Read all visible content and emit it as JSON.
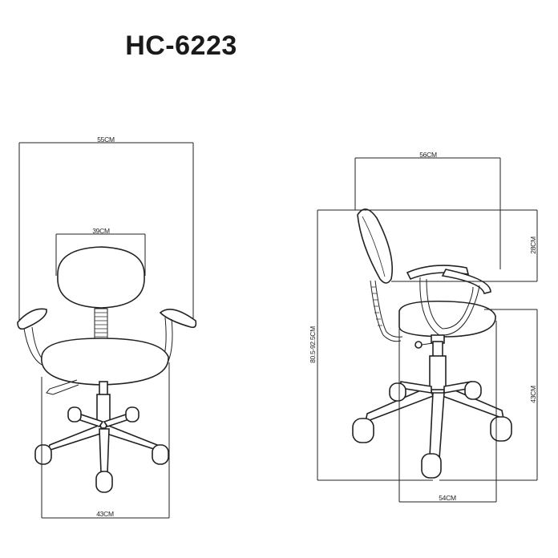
{
  "title": "HC-6223",
  "dimensions": {
    "front_overall_width": "55CM",
    "front_backrest_width": "39CM",
    "front_base_width": "43CM",
    "side_overall_depth": "56CM",
    "side_backrest_height": "28CM",
    "side_total_height": "80.5-92.5CM",
    "side_seat_height": "43CM",
    "side_base_depth": "54CM"
  }
}
